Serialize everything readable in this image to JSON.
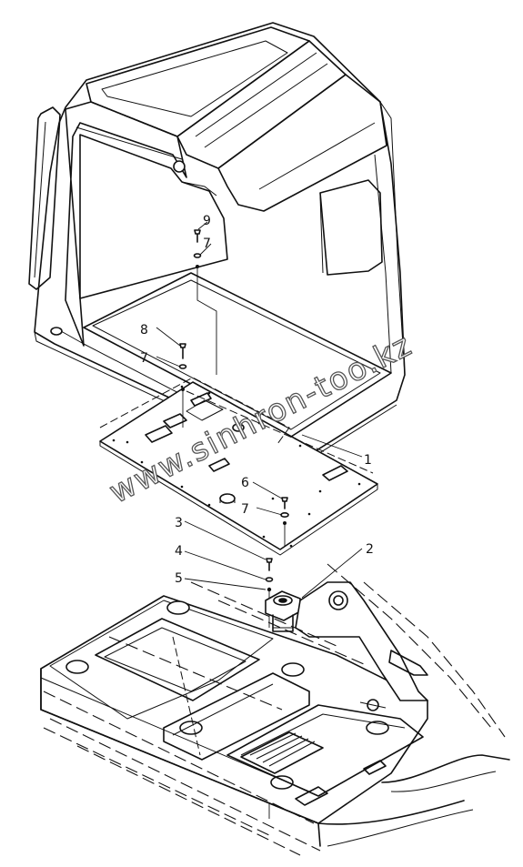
{
  "watermark": "www.sinhron-too.kz",
  "callouts": {
    "c1": "1",
    "c2": "2",
    "c3": "3",
    "c4": "4",
    "c5": "5",
    "c6": "6",
    "c7a": "7",
    "c7b": "7",
    "c7c": "7",
    "c8": "8",
    "c9": "9"
  }
}
